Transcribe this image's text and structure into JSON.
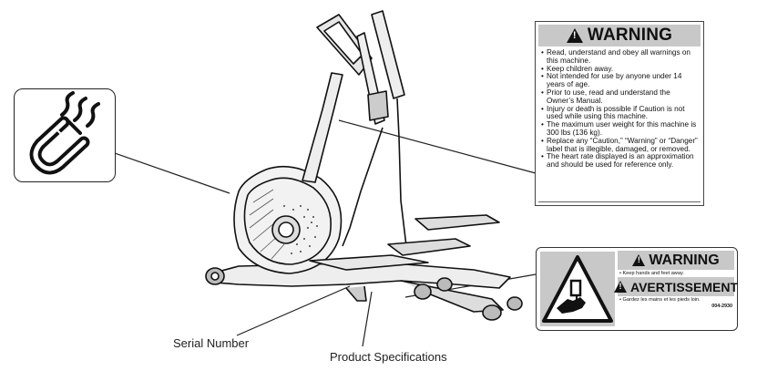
{
  "warning_label": {
    "title": "WARNING",
    "items": [
      "Read, understand and obey all warnings on this machine.",
      "Keep children away.",
      "Not intended for use by anyone under 14 years of age.",
      "Prior to use, read and understand the Owner’s Manual.",
      "Injury or death is possible if Caution is not used while using this machine.",
      "The maximum user weight for this machine is 300 lbs (136 kg).",
      "Replace any “Caution,” “Warning” or “Danger” label that is illegible, damaged, or removed.",
      "The heart rate displayed is an approximation and should be used for reference only."
    ]
  },
  "pinch_label": {
    "warning_title": "WARNING",
    "warning_text": "• Keep hands and feet away.",
    "french_title": "AVERTISSEMENT",
    "french_text": "• Gardez les mains et les pieds loin.",
    "part_code": "004-2930"
  },
  "callouts": {
    "serial_number": "Serial Number",
    "product_specifications": "Product Specifications"
  },
  "icons": {
    "magnet": "magnet-icon",
    "pinch_hazard": "hand-pinch-hazard-icon",
    "alert": "alert-triangle-icon"
  }
}
